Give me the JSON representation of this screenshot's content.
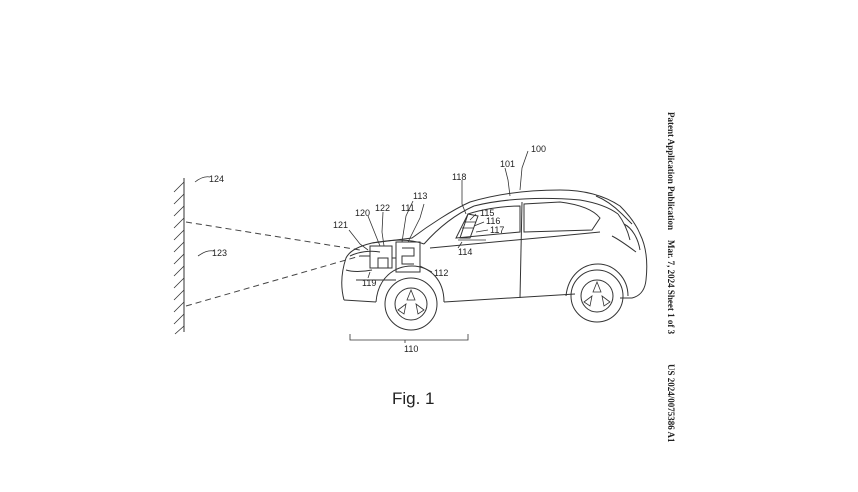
{
  "header": {
    "publication": "Patent Application Publication",
    "date_sheet": "Mar. 7, 2024   Sheet 1 of 3",
    "number": "US 2024/0075386 A1"
  },
  "figure_caption": "Fig. 1",
  "labels": {
    "l100": "100",
    "l101": "101",
    "l110": "110",
    "l111": "111",
    "l112": "112",
    "l113": "113",
    "l114": "114",
    "l115": "115",
    "l116": "116",
    "l117": "117",
    "l118": "118",
    "l119": "119",
    "l120": "120",
    "l121": "121",
    "l122": "122",
    "l123": "123",
    "l124": "124"
  }
}
